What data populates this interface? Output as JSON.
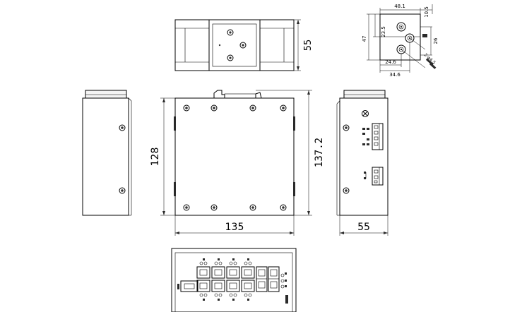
{
  "dimensions": {
    "top_height": "55",
    "front_height": "137.2",
    "front_width": "135",
    "left_height": "128",
    "right_depth": "55",
    "detail_top": "48.1",
    "detail_top_right": "10.5",
    "detail_left": "47",
    "detail_left_inner": "23.5",
    "detail_right": "26",
    "detail_bottom_1": "24.6",
    "detail_bottom_2": "34.6",
    "detail_note": "2-φ4.5"
  }
}
